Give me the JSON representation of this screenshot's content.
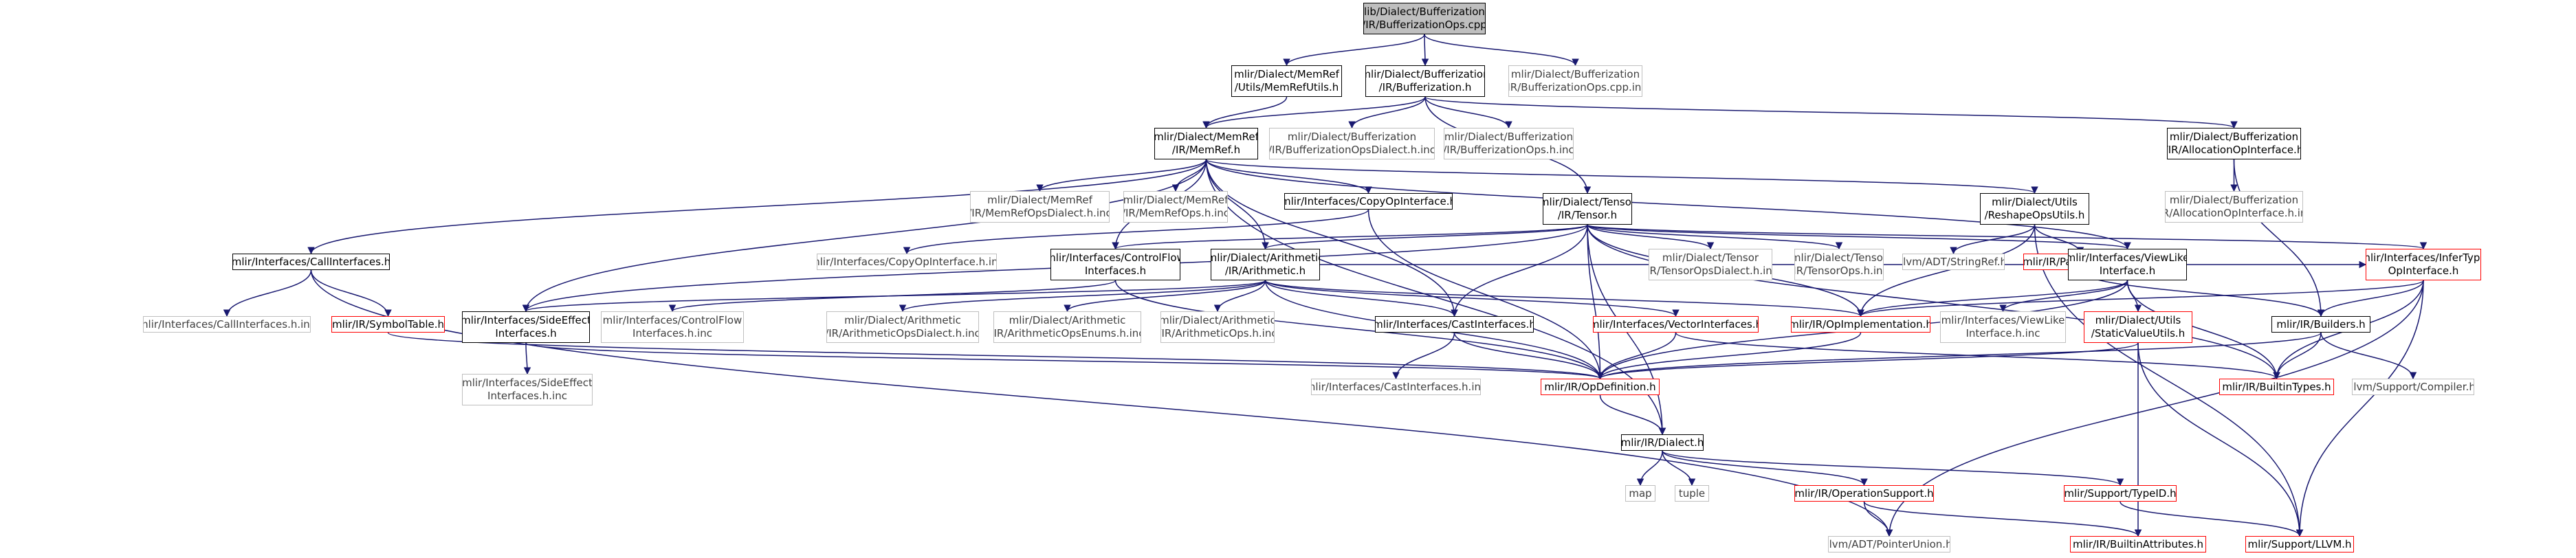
{
  "title": "lib/Dialect/Bufferization/IR/BufferizationOps.cpp",
  "colors": {
    "edge": "#191970",
    "linked_border": "#000000",
    "missing_border": "#ff0000",
    "external_border": "#bfbfbf",
    "root_fill": "#bfbfbf"
  },
  "nodes": {
    "root": "lib/Dialect/Bufferization\n/IR/BufferizationOps.cpp",
    "memref_utils": "mlir/Dialect/MemRef\n/Utils/MemRefUtils.h",
    "bufferization_h": "mlir/Dialect/Bufferization\n/IR/Bufferization.h",
    "bufferization_ops_cpp_inc": "mlir/Dialect/Bufferization\n/IR/BufferizationOps.cpp.inc",
    "memref_h": "mlir/Dialect/MemRef\n/IR/MemRef.h",
    "bufferization_dialect_inc": "mlir/Dialect/Bufferization\n/IR/BufferizationOpsDialect.h.inc",
    "bufferization_ops_inc": "mlir/Dialect/Bufferization\n/IR/BufferizationOps.h.inc",
    "allocation_op_interface": "mlir/Dialect/Bufferization\n/IR/AllocationOpInterface.h",
    "call_interfaces": "mlir/Interfaces/CallInterfaces.h",
    "memref_dialect_inc": "mlir/Dialect/MemRef\n/IR/MemRefOpsDialect.h.inc",
    "memref_ops_inc": "mlir/Dialect/MemRef\n/IR/MemRefOps.h.inc",
    "copy_op_interface": "mlir/Interfaces/CopyOpInterface.h",
    "tensor_h": "mlir/Dialect/Tensor\n/IR/Tensor.h",
    "reshape_op_utils": "mlir/Dialect/Utils\n/ReshapeOpsUtils.h",
    "allocation_op_interface_inc": "mlir/Dialect/Bufferization\n/IR/AllocationOpInterface.h.inc",
    "call_interfaces_inc": "mlir/Interfaces/CallInterfaces.h.inc",
    "symbol_table": "mlir/IR/SymbolTable.h",
    "copy_op_interface_inc": "mlir/Interfaces/CopyOpInterface.h.inc",
    "control_flow_interfaces": "mlir/Interfaces/ControlFlow\nInterfaces.h",
    "arithmetic_h": "mlir/Dialect/Arithmetic\n/IR/Arithmetic.h",
    "tensor_dialect_inc": "mlir/Dialect/Tensor\n/IR/TensorOpsDialect.h.inc",
    "tensor_ops_inc": "mlir/Dialect/Tensor\n/IR/TensorOps.h.inc",
    "string_ref": "llvm/ADT/StringRef.h",
    "pattern_match": "mlir/IR/PatternMatch.h",
    "view_like_interface": "mlir/Interfaces/ViewLike\nInterface.h",
    "infer_type_op_interface": "mlir/Interfaces/InferType\nOpInterface.h",
    "side_effect_interfaces": "mlir/Interfaces/SideEffect\nInterfaces.h",
    "control_flow_interfaces_inc": "mlir/Interfaces/ControlFlow\nInterfaces.h.inc",
    "arithmetic_dialect_inc": "mlir/Dialect/Arithmetic\n/IR/ArithmeticOpsDialect.h.inc",
    "arithmetic_enums_inc": "mlir/Dialect/Arithmetic\n/IR/ArithmeticOpsEnums.h.inc",
    "arithmetic_ops_inc": "mlir/Dialect/Arithmetic\n/IR/ArithmeticOps.h.inc",
    "cast_interfaces": "mlir/Interfaces/CastInterfaces.h",
    "vector_interfaces": "mlir/Interfaces/VectorInterfaces.h",
    "op_implementation": "mlir/IR/OpImplementation.h",
    "view_like_interface_inc": "mlir/Interfaces/ViewLike\nInterface.h.inc",
    "static_value_utils": "mlir/Dialect/Utils\n/StaticValueUtils.h",
    "builders": "mlir/IR/Builders.h",
    "side_effect_interfaces_inc": "mlir/Interfaces/SideEffect\nInterfaces.h.inc",
    "cast_interfaces_inc": "mlir/Interfaces/CastInterfaces.h.inc",
    "op_definition": "mlir/IR/OpDefinition.h",
    "builtin_types": "mlir/IR/BuiltinTypes.h",
    "compiler": "llvm/Support/Compiler.h",
    "dialect": "mlir/IR/Dialect.h",
    "map": "map",
    "tuple": "tuple",
    "operation_support": "mlir/IR/OperationSupport.h",
    "type_id": "mlir/Support/TypeID.h",
    "pointer_union": "llvm/ADT/PointerUnion.h",
    "builtin_attributes": "mlir/IR/BuiltinAttributes.h",
    "llvm_h": "mlir/Support/LLVM.h"
  }
}
